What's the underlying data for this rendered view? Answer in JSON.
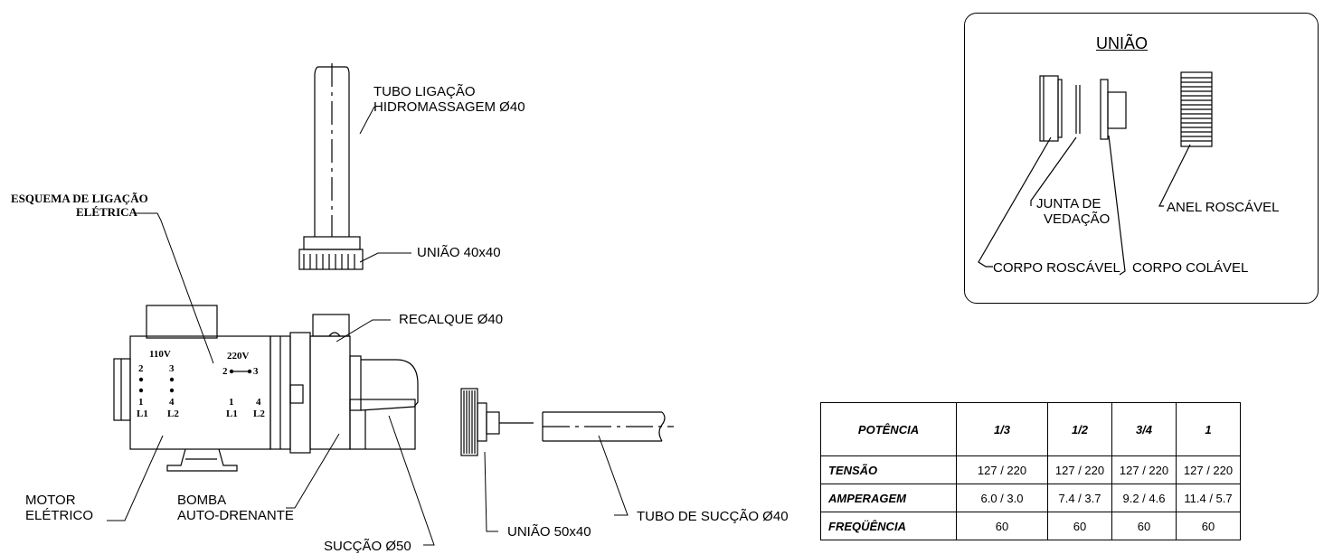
{
  "labels": {
    "tubo_ligacao_line1": "TUBO LIGAÇÃO",
    "tubo_ligacao_line2": "HIDROMASSAGEM Ø40",
    "esquema_line1": "ESQUEMA DE LIGAÇÃO",
    "esquema_line2": "ELÉTRICA",
    "uniao_40": "UNIÃO 40x40",
    "recalque": "RECALQUE Ø40",
    "motor_line1": "MOTOR",
    "motor_line2": "ELÉTRICO",
    "bomba_line1": "BOMBA",
    "bomba_line2": "AUTO-DRENANTE",
    "succao": "SUCÇÃO Ø50",
    "uniao_50": "UNIÃO 50x40",
    "tubo_succao": "TUBO DE SUCÇÃO Ø40"
  },
  "wiring": {
    "v110": "110V",
    "v220": "220V",
    "n2": "2",
    "n3": "3",
    "n2b": "2",
    "n3b": "3",
    "n1": "1",
    "n4": "4",
    "n1b": "1",
    "n4b": "4",
    "l1": "L1",
    "l2": "L2",
    "l1b": "L1",
    "l2b": "L2"
  },
  "union_detail": {
    "title": "UNIÃO",
    "junta_line1": "JUNTA DE",
    "junta_line2": "VEDAÇÃO",
    "anel": "ANEL ROSCÁVEL",
    "corpo_roscavel": "CORPO ROSCÁVEL",
    "corpo_colavel": "CORPO COLÁVEL"
  },
  "spec_table": {
    "header": [
      "POTÊNCIA",
      "1/3",
      "1/2",
      "3/4",
      "1"
    ],
    "rows": [
      [
        "TENSÃO",
        "127 / 220",
        "127 / 220",
        "127 / 220",
        "127 / 220"
      ],
      [
        "AMPERAGEM",
        "6.0 / 3.0",
        "7.4 / 3.7",
        "9.2 / 4.6",
        "11.4 / 5.7"
      ],
      [
        "FREQÜÊNCIA",
        "60",
        "60",
        "60",
        "60"
      ]
    ]
  }
}
